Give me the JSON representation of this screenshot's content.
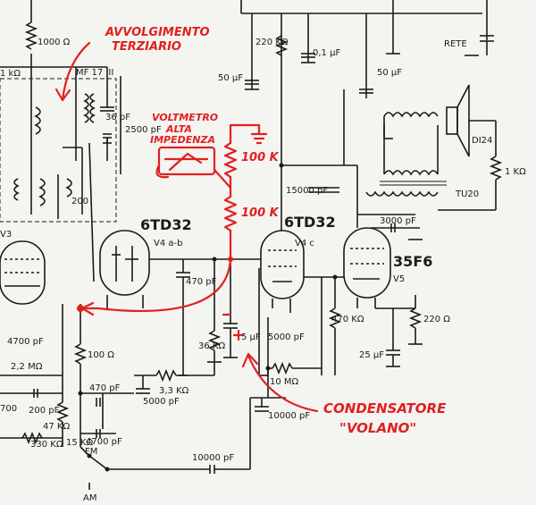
{
  "tubes": {
    "v4ab": {
      "type": "6TD32",
      "ref": "V4 a-b"
    },
    "v4c": {
      "type": "6TD32",
      "ref": "V4 c"
    },
    "v5": {
      "type": "35F6",
      "ref": "V5"
    },
    "left": {
      "ref": "V3"
    }
  },
  "transformer": {
    "mf": "MF 17 III",
    "tu": "TU20",
    "speaker": "DI24"
  },
  "components": {
    "r_1000": "1000 Ω",
    "r_1k_top": "1 kΩ",
    "r_220k": "220 KΩ",
    "c_01": "0,1 µF",
    "c_50a": "50 µF",
    "c_50b": "50 µF",
    "rete": "RETE",
    "c_36": "36 pF",
    "c_2500": "2500 pF",
    "c_200": "200",
    "r_1k_right": "1 KΩ",
    "c_15000": "15000 pF",
    "c_3000": "3000 pF",
    "c_470": "470 pF",
    "r_36k": "36 KΩ",
    "c_5uf": "5 µF",
    "c_5000a": "5000 pF",
    "r_470k": "470 KΩ",
    "r_220": "220 Ω",
    "c_25": "25 µF",
    "c_4700a": "4700 pF",
    "r_100": "100 Ω",
    "r_22m": "2,2 MΩ",
    "c_470b": "470 pF",
    "r_3k3": "3,3 KΩ",
    "c_5000b": "5000 pF",
    "r_10m": "10 MΩ",
    "c_10000a": "10000 pF",
    "c_200b": "200 pF",
    "r_47k": "47 KΩ",
    "c_700": "700",
    "r_15k": "15 KΩ",
    "c_4700b": "4700 pF",
    "r_330k": "330 KΩ",
    "c_10000b": "10000 pF",
    "fm": "FM",
    "am": "AM",
    "r_100k_a": "100 K",
    "r_100k_b": "100 K"
  },
  "annotations": {
    "avv1": "AVVOLGIMENTO",
    "avv2": "TERZIARIO",
    "volt1": "VOLTMETRO",
    "volt2": "ALTA",
    "volt3": "IMPEDENZA",
    "cond1": "CONDENSATORE",
    "cond2": "\"VOLANO\""
  },
  "colors": {
    "annotation": "#e02020",
    "ink": "#1a1a1a"
  }
}
